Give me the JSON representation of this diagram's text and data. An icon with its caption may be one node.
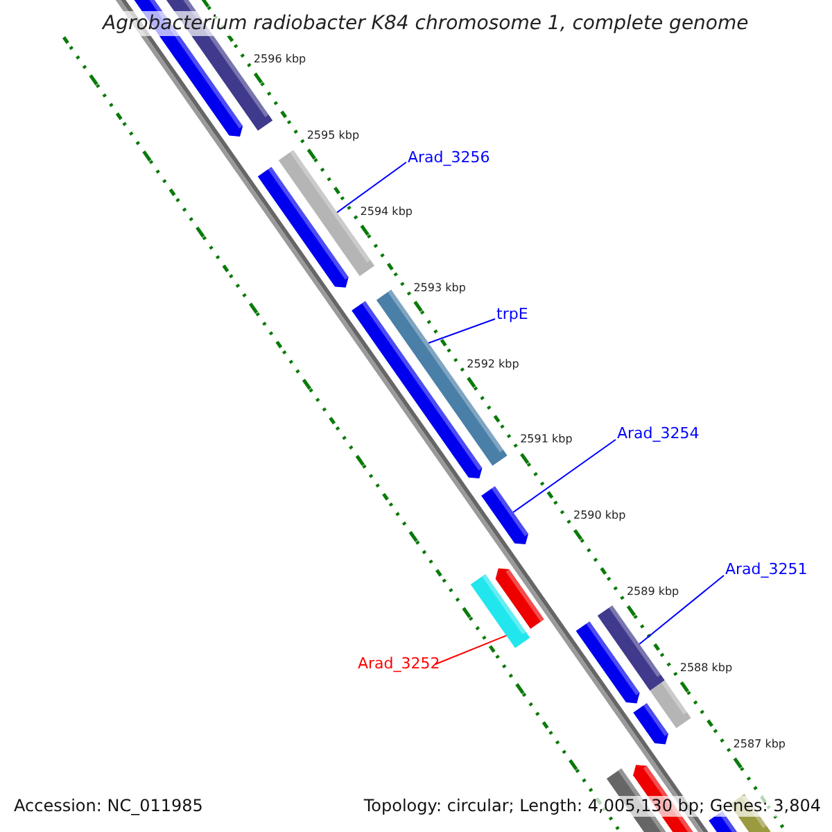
{
  "diagram": {
    "title": "Agrobacterium radiobacter K84 chromosome 1, complete genome",
    "nodes": [
      {
        "text": [
          "Arad_3256"
        ]
      },
      {
        "text": [],
        "shape": "bar"
      },
      {
        "text": [
          "trpE"
        ]
      },
      {
        "text": [],
        "shape": "bar"
      },
      {
        "text": [
          "Arad_3254"
        ]
      },
      {
        "text": [],
        "shape": "bar"
      },
      {
        "text": [
          "Arad_3251"
        ]
      },
      {
        "text": [],
        "shape": "bar"
      },
      {
        "text": [
          "Arad_3252"
        ]
      },
      {
        "text": [],
        "shape": "bar"
      }
    ],
    "edges": [
      {
        "from": 0,
        "to": 1,
        "arrow": "none"
      },
      {
        "from": 2,
        "to": 3,
        "arrow": "none"
      },
      {
        "from": 4,
        "to": 5,
        "arrow": "none"
      },
      {
        "from": 6,
        "to": 7,
        "arrow": "none"
      },
      {
        "from": 8,
        "to": 9,
        "arrow": "none",
        "color": "#ff0000"
      }
    ],
    "labels": [
      "2596 kbp",
      "2595 kbp",
      "2594 kbp",
      "2593 kbp",
      "2592 kbp",
      "2591 kbp",
      "2590 kbp",
      "2589 kbp",
      "2588 kbp",
      "2587 kbp",
      "Accession: NC_011985",
      "Topology: circular; Length: 4,005,130 bp; Genes: 3,804"
    ]
  }
}
